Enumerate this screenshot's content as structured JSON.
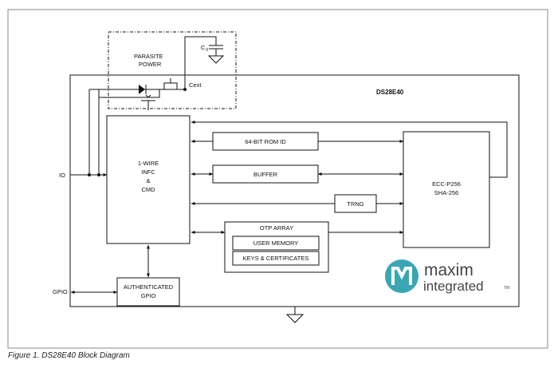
{
  "chip": {
    "name": "DS28E40"
  },
  "parasite": {
    "label_line1": "PARASITE",
    "label_line2": "POWER",
    "cx": "C",
    "cx_sub": "X",
    "cext": "Cext"
  },
  "pins": {
    "io": "IO",
    "gpio": "GPIO"
  },
  "blocks": {
    "onewire": [
      "1-WIRE",
      "INFC",
      "&",
      "CMD"
    ],
    "rom_id": "64-BIT ROM ID",
    "buffer": "BUFFER",
    "trng": "TRNG",
    "ecc": [
      "ECC-P256",
      "SHA-256"
    ],
    "otp": {
      "title": "OTP ARRAY",
      "user_memory": "USER MEMORY",
      "keys": "KEYS & CERTIFICATES"
    },
    "auth_gpio": [
      "AUTHENTICATED",
      "GPIO"
    ]
  },
  "logo": {
    "line1": "maxim",
    "line2": "integrated",
    "tm": "TM",
    "color": "#3aa6b4"
  },
  "caption": "Figure 1. DS28E40 Block Diagram"
}
